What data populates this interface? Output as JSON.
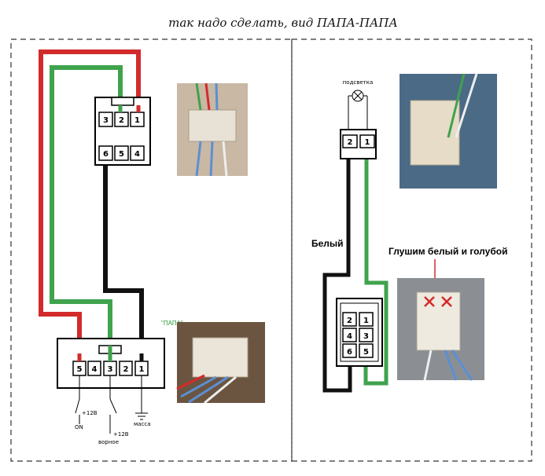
{
  "title": "так надо сделать, вид ПАПА-ПАПА",
  "left": {
    "top_connector_pins": [
      "3",
      "2",
      "1",
      "6",
      "5",
      "4"
    ],
    "bottom_connector_pins": [
      "5",
      "4",
      "3",
      "2",
      "1"
    ],
    "papa_label": "\"ПАПА\"",
    "plus12_a": "+12В",
    "on_label": "ON",
    "plus12_b": "+12В",
    "horn_label": "ворное",
    "ground_label": "масса"
  },
  "right": {
    "lamp_label": "подсветка",
    "top_connector_pins": [
      "2",
      "1"
    ],
    "bottom_connector_pins": [
      "2",
      "1",
      "4",
      "3",
      "6",
      "5"
    ],
    "white_label": "Белый",
    "mute_label": "Глушим белый и голубой"
  },
  "colors": {
    "red_wire": "#d32b2b",
    "green_wire": "#3fa34d",
    "black_wire": "#111111",
    "frame": "#333333"
  }
}
